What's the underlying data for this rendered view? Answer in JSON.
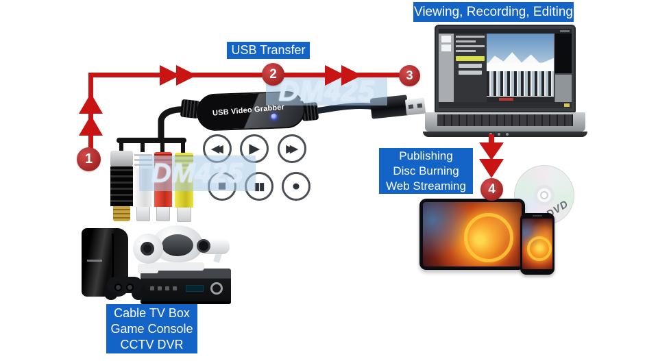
{
  "labels": {
    "viewing_recording_editing": "Viewing, Recording, Editing",
    "usb_transfer": "USB Transfer",
    "publishing": [
      "Publishing",
      "Disc Burning",
      "Web Streaming"
    ],
    "sources": [
      "Cable TV Box",
      "Game Console",
      "CCTV DVR"
    ]
  },
  "steps": [
    "1",
    "2",
    "3",
    "4"
  ],
  "device_label": "USB Video Grabber",
  "watermark_text": "DM425",
  "dvd_label": "DVD",
  "media_buttons": [
    {
      "name": "rewind-icon",
      "glyph": "◀◀"
    },
    {
      "name": "play-icon",
      "glyph": "▶"
    },
    {
      "name": "fast-forward-icon",
      "glyph": "▶▶"
    },
    {
      "name": "stop-icon",
      "glyph": "■"
    },
    {
      "name": "pause-icon",
      "glyph": "▮▮"
    },
    {
      "name": "record-icon",
      "glyph": "●"
    }
  ],
  "colors": {
    "label_bg": "#1464c8",
    "label_text": "#ffffff",
    "arrow_red": "#c91414",
    "badge_red": "#a32424",
    "watermark_bg": "rgba(168,203,232,0.55)",
    "watermark_text": "#dcebf7"
  }
}
